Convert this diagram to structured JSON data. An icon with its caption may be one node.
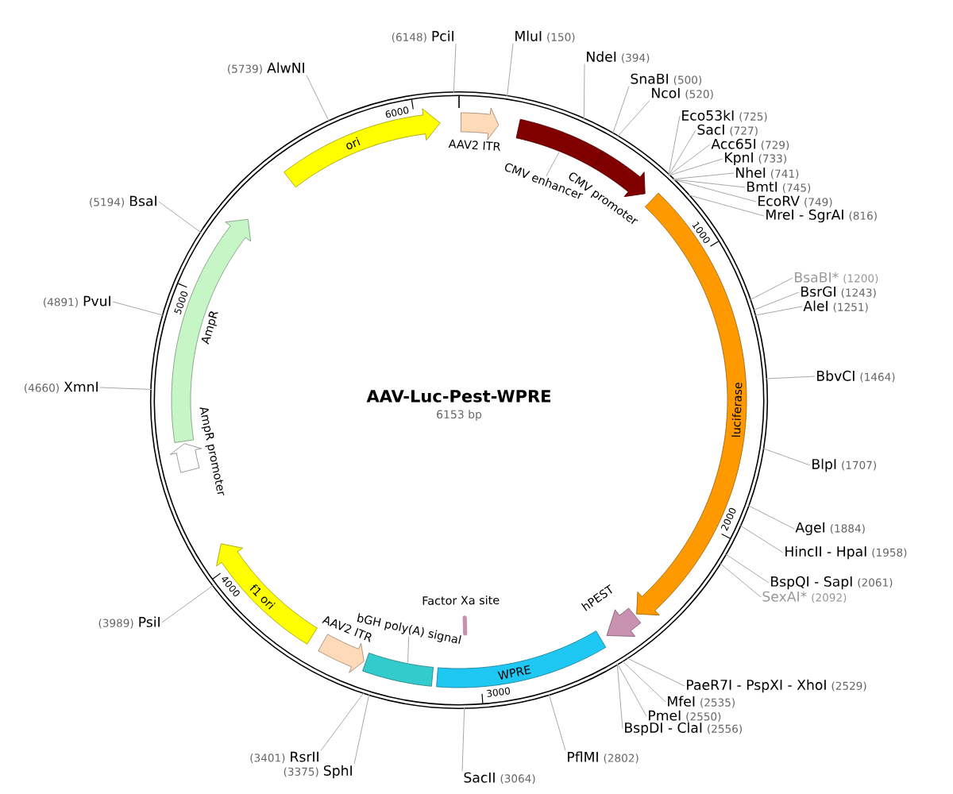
{
  "diagram": {
    "title": "AAV-Luc-Pest-WPRE",
    "nodes": [
      {
        "text": [],
        "shape": "circle"
      },
      {
        "text": [
          "AAV2 ITR"
        ],
        "in": 0
      },
      {
        "text": [
          "CMV enhancer"
        ],
        "in": 0
      },
      {
        "text": [],
        "shape": "bar",
        "in": 0
      },
      {
        "text": [
          "CMV promoter"
        ],
        "in": 0
      },
      {
        "text": [
          "luciferase"
        ],
        "in": 0
      },
      {
        "text": [
          "hPEST"
        ],
        "in": 0
      },
      {
        "text": [
          "WPRE"
        ],
        "in": 0
      },
      {
        "text": [
          "Factor Xa site"
        ],
        "in": 0
      },
      {
        "text": [
          "bGH poly(A) signal"
        ],
        "in": 0
      },
      {
        "text": [],
        "shape": "bar",
        "in": 0
      },
      {
        "text": [
          "AAV2 ITR"
        ],
        "in": 0
      },
      {
        "text": [
          "f1 ori"
        ],
        "in": 0
      },
      {
        "text": [
          "AmpR promoter"
        ],
        "in": 0
      },
      {
        "text": [
          "AmpR"
        ],
        "in": 0
      },
      {
        "text": [
          "ori"
        ],
        "in": 0
      },
      {
        "text": [
          "(6148)",
          "PciI"
        ]
      },
      {
        "text": [
          "MluI",
          "(150)"
        ]
      },
      {
        "text": [
          "NdeI",
          "(394)"
        ]
      },
      {
        "text": [
          "SnaBI",
          "(500)"
        ]
      },
      {
        "text": [
          "NcoI",
          "(520)"
        ]
      },
      {
        "text": [
          "Eco53kI",
          "(725)"
        ]
      },
      {
        "text": [
          "SacI",
          "(727)"
        ]
      },
      {
        "text": [
          "Acc65I",
          "(729)"
        ]
      },
      {
        "text": [
          "KpnI",
          "(733)"
        ]
      },
      {
        "text": [
          "NheI",
          "(741)"
        ]
      },
      {
        "text": [
          "BmtI",
          "(745)"
        ]
      },
      {
        "text": [
          "EcoRV",
          "(749)"
        ]
      },
      {
        "text": [
          "MreI - SgrAI",
          "(816)"
        ]
      },
      {
        "text": [
          "BsaBI*",
          "(1200)"
        ]
      },
      {
        "text": [
          "BsrGI",
          "(1243)"
        ]
      },
      {
        "text": [
          "AleI",
          "(1251)"
        ]
      },
      {
        "text": [
          "BbvCI",
          "(1464)"
        ]
      },
      {
        "text": [
          "BlpI",
          "(1707)"
        ]
      },
      {
        "text": [
          "AgeI",
          "(1884)"
        ]
      },
      {
        "text": [
          "HincII - HpaI",
          "(1958)"
        ]
      },
      {
        "text": [
          "BspQI - SapI",
          "(2061)"
        ]
      },
      {
        "text": [
          "SexAI*",
          "(2092)"
        ]
      },
      {
        "text": [
          "PaeR7I - PspXI - XhoI",
          "(2529)"
        ]
      },
      {
        "text": [
          "MfeI",
          "(2535)"
        ]
      },
      {
        "text": [
          "PmeI",
          "(2550)"
        ]
      },
      {
        "text": [
          "BspDI - ClaI",
          "(2556)"
        ]
      },
      {
        "text": [
          "PflMI",
          "(2802)"
        ]
      },
      {
        "text": [
          "SacII",
          "(3064)"
        ]
      },
      {
        "text": [
          "(3375)",
          "SphI"
        ]
      },
      {
        "text": [
          "(3401)",
          "RsrII"
        ]
      },
      {
        "text": [
          "(3989)",
          "PsiI"
        ]
      },
      {
        "text": [
          "(4660)",
          "XmnI"
        ]
      },
      {
        "text": [
          "(4891)",
          "PvuI"
        ]
      },
      {
        "text": [
          "(5194)",
          "BsaI"
        ]
      },
      {
        "text": [
          "(5739)",
          "AlwNI"
        ]
      }
    ],
    "edges": [
      {
        "from": 2,
        "to": 3,
        "arrow": "none"
      },
      {
        "from": 9,
        "to": 10,
        "arrow": "none"
      },
      {
        "from": 16,
        "to": 0,
        "arrow": "none"
      },
      {
        "from": 17,
        "to": 0,
        "arrow": "none"
      },
      {
        "from": 18,
        "to": 0,
        "arrow": "none"
      },
      {
        "from": 19,
        "to": 0,
        "arrow": "none"
      },
      {
        "from": 20,
        "to": 0,
        "arrow": "none"
      },
      {
        "from": 21,
        "to": 0,
        "arrow": "none"
      },
      {
        "from": 22,
        "to": 0,
        "arrow": "none"
      },
      {
        "from": 23,
        "to": 0,
        "arrow": "none"
      },
      {
        "from": 24,
        "to": 0,
        "arrow": "none"
      },
      {
        "from": 25,
        "to": 0,
        "arrow": "none"
      },
      {
        "from": 26,
        "to": 0,
        "arrow": "none"
      },
      {
        "from": 27,
        "to": 0,
        "arrow": "none"
      },
      {
        "from": 28,
        "to": 0,
        "arrow": "none"
      },
      {
        "from": 29,
        "to": 0,
        "arrow": "none"
      },
      {
        "from": 30,
        "to": 0,
        "arrow": "none"
      },
      {
        "from": 31,
        "to": 0,
        "arrow": "none"
      },
      {
        "from": 32,
        "to": 0,
        "arrow": "none"
      },
      {
        "from": 33,
        "to": 0,
        "arrow": "none"
      },
      {
        "from": 34,
        "to": 0,
        "arrow": "none"
      },
      {
        "from": 35,
        "to": 0,
        "arrow": "none"
      },
      {
        "from": 36,
        "to": 0,
        "arrow": "none"
      },
      {
        "from": 37,
        "to": 0,
        "arrow": "none"
      },
      {
        "from": 38,
        "to": 0,
        "arrow": "none"
      },
      {
        "from": 39,
        "to": 0,
        "arrow": "none"
      },
      {
        "from": 40,
        "to": 0,
        "arrow": "none"
      },
      {
        "from": 41,
        "to": 0,
        "arrow": "none"
      },
      {
        "from": 42,
        "to": 0,
        "arrow": "none"
      },
      {
        "from": 43,
        "to": 0,
        "arrow": "none"
      },
      {
        "from": 44,
        "to": 0,
        "arrow": "none"
      },
      {
        "from": 45,
        "to": 0,
        "arrow": "none"
      },
      {
        "from": 46,
        "to": 0,
        "arrow": "none"
      },
      {
        "from": 47,
        "to": 0,
        "arrow": "none"
      },
      {
        "from": 48,
        "to": 0,
        "arrow": "none"
      },
      {
        "from": 49,
        "to": 0,
        "arrow": "none"
      },
      {
        "from": 50,
        "to": 0,
        "arrow": "none"
      }
    ],
    "labels": [
      "6153 bp",
      "1000",
      "2000",
      "3000",
      "4000",
      "5000",
      "6000"
    ]
  }
}
